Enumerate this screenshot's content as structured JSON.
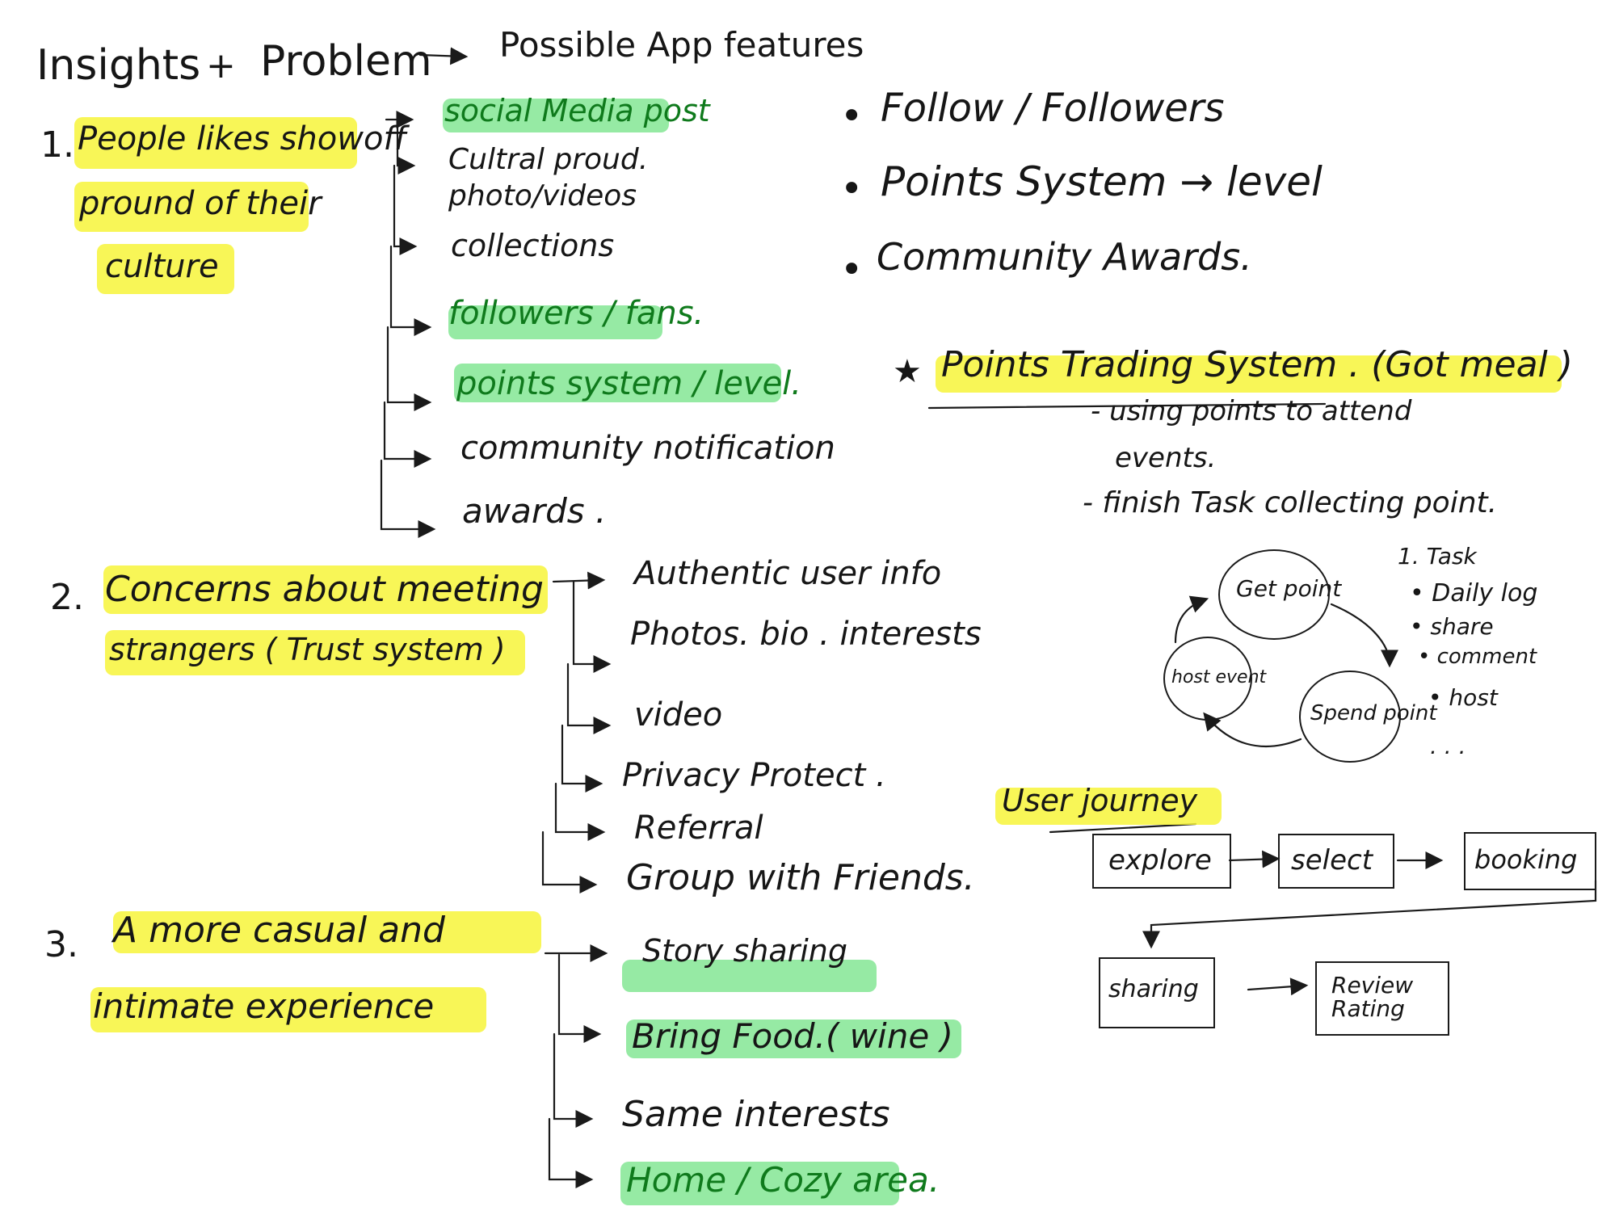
{
  "header": {
    "insights": "Insights",
    "plus": "+",
    "problem": "Problem",
    "arrow": "→",
    "features": "Possible App features"
  },
  "insights": [
    {
      "number": "1.",
      "lines": [
        "People likes showoff",
        "pround of their",
        "culture"
      ],
      "branches": [
        "social Media post",
        "Cultral proud.",
        "photo/videos",
        "collections",
        "followers / fans.",
        "points system / level.",
        "community notification",
        "awards ."
      ]
    },
    {
      "number": "2.",
      "lines": [
        "Concerns about meeting",
        "strangers ( Trust system )"
      ],
      "branches": [
        "Authentic user info",
        "Photos. bio . interests",
        "video",
        "Privacy Protect .",
        "Referral",
        "Group with Friends."
      ]
    },
    {
      "number": "3.",
      "lines": [
        "A more casual and",
        "intimate experience"
      ],
      "branches": [
        "Story sharing",
        "Bring Food.( wine )",
        "Same interests",
        "Home / Cozy area."
      ]
    }
  ],
  "features": {
    "bullets": [
      "Follow / Followers",
      "Points System → level",
      "Community Awards."
    ],
    "star": "★",
    "trading_title": "Points Trading System . (Got meal )",
    "trading_notes": [
      "- using points to attend",
      "events.",
      "- finish Task collecting point."
    ]
  },
  "points_cycle": {
    "nodes": [
      "Get point",
      "Spend point",
      "host event"
    ],
    "task_list": [
      "1. Task",
      "• Daily log",
      "• share",
      "• comment",
      "• host",
      ". . ."
    ]
  },
  "user_journey": {
    "title": "User journey",
    "steps": [
      "explore",
      "select",
      "booking",
      "sharing",
      "Review Rating"
    ]
  }
}
